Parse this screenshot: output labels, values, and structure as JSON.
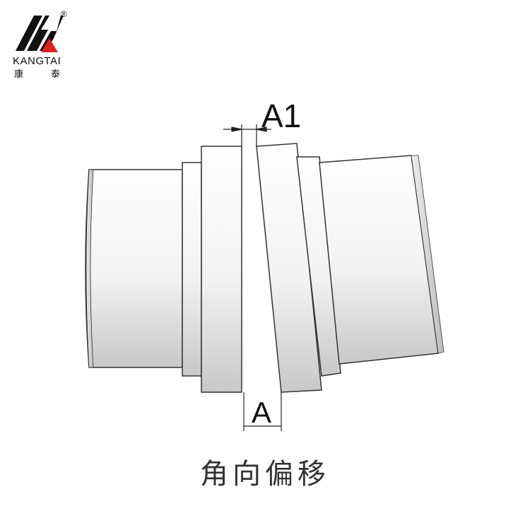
{
  "logo": {
    "brand": "KANGTAI",
    "cn_left": "康",
    "cn_right": "泰",
    "registered": "®",
    "colors": {
      "black": "#111111",
      "red": "#e02020"
    }
  },
  "diagram": {
    "label_a1": "A1",
    "label_a": "A",
    "caption": "角向偏移"
  }
}
